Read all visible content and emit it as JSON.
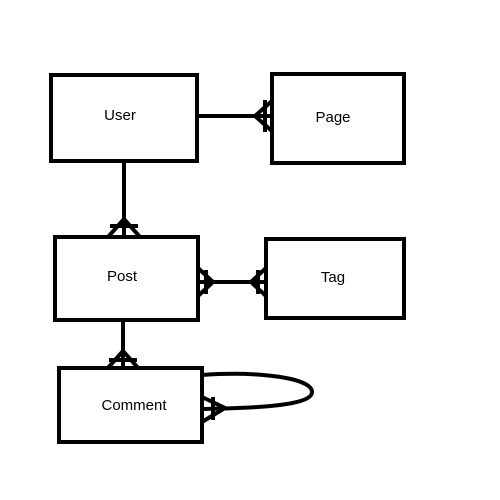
{
  "diagram": {
    "type": "entity-relationship",
    "entities": {
      "user": "User",
      "page": "Page",
      "post": "Post",
      "tag": "Tag",
      "comment": "Comment"
    },
    "relationships": [
      {
        "from": "User",
        "to": "Page",
        "from_end": "one",
        "to_end": "many"
      },
      {
        "from": "User",
        "to": "Post",
        "from_end": "one",
        "to_end": "many"
      },
      {
        "from": "Post",
        "to": "Tag",
        "from_end": "many",
        "to_end": "many"
      },
      {
        "from": "Post",
        "to": "Comment",
        "from_end": "one",
        "to_end": "many"
      },
      {
        "from": "Comment",
        "to": "Comment",
        "from_end": "one",
        "to_end": "many"
      }
    ],
    "colors": {
      "stroke": "#000000",
      "background": "#ffffff"
    }
  }
}
